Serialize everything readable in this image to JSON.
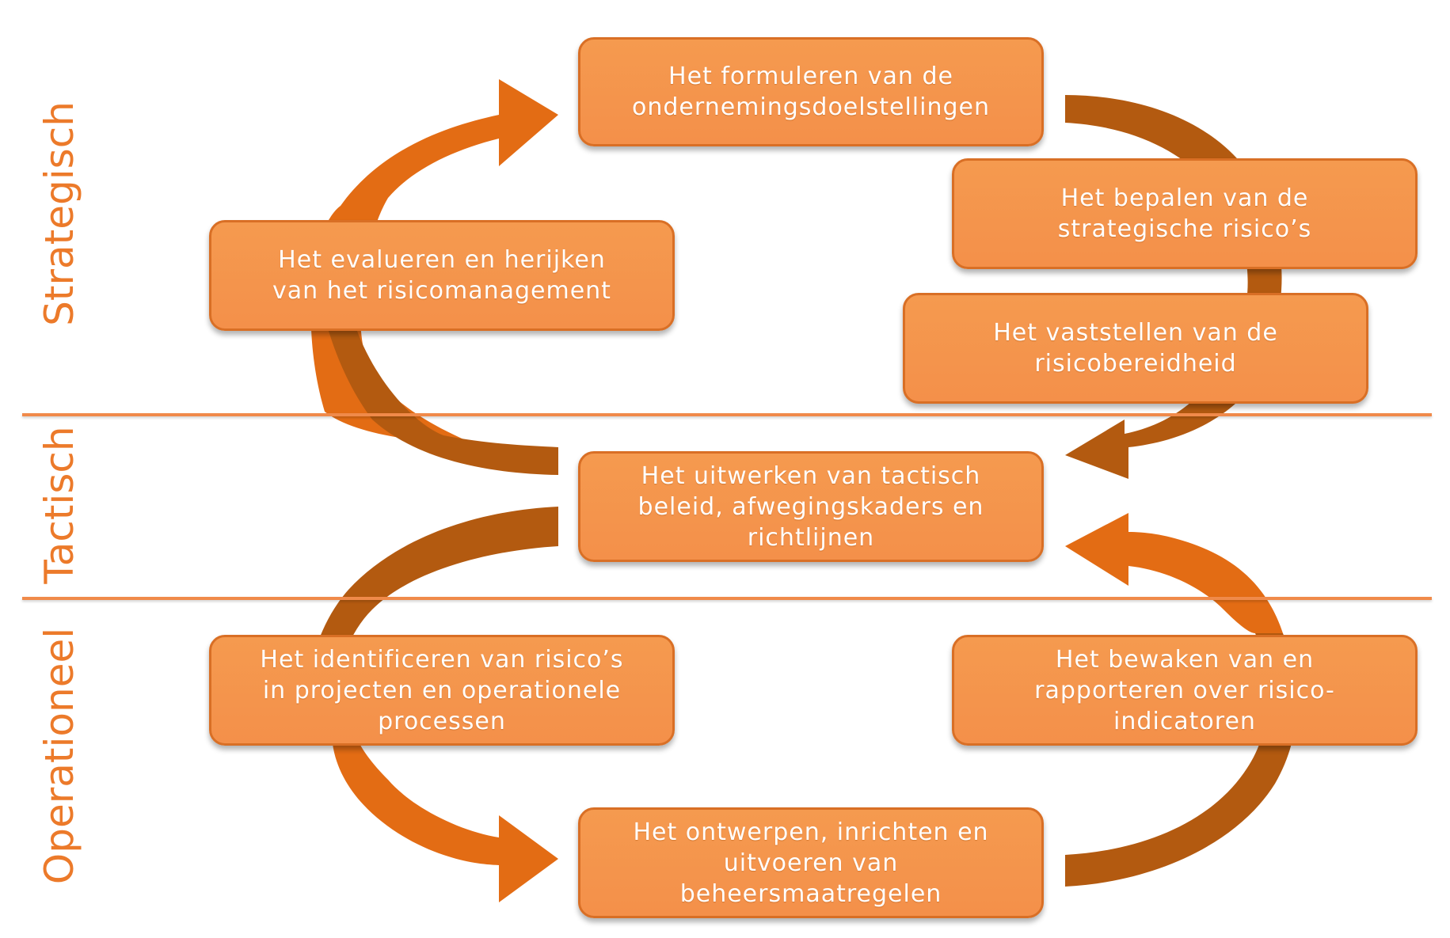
{
  "levels": {
    "strategic": "Strategisch",
    "tactical": "Tactisch",
    "operational": "Operationeel"
  },
  "boxes": {
    "formulate_goals": "Het formuleren van de\nondernemingsdoelstellingen",
    "strategic_risks": "Het bepalen van de\nstrategische risico’s",
    "risk_appetite": "Het vaststellen van de\nrisicobereidheid",
    "evaluate": "Het evalueren en herijken\nvan het risicomanagement",
    "tactical_policy": "Het uitwerken van tactisch\nbeleid, afwegingskaders en\nrichtlijnen",
    "identify_risks": "Het identificeren van risico’s\nin projecten en operationele\nprocessen",
    "monitor": "Het bewaken van en\nrapporteren over risico-\nindicatoren",
    "design_controls": "Het ontwerpen, inrichten en\nuitvoeren van\nbeheersmaatregelen"
  },
  "colors": {
    "box_fill": "#f4934c",
    "box_border": "#d96f25",
    "arrow_light": "#e36c14",
    "arrow_dark": "#b35a10",
    "label": "#ec7a2a",
    "divider": "#f08a4a"
  }
}
